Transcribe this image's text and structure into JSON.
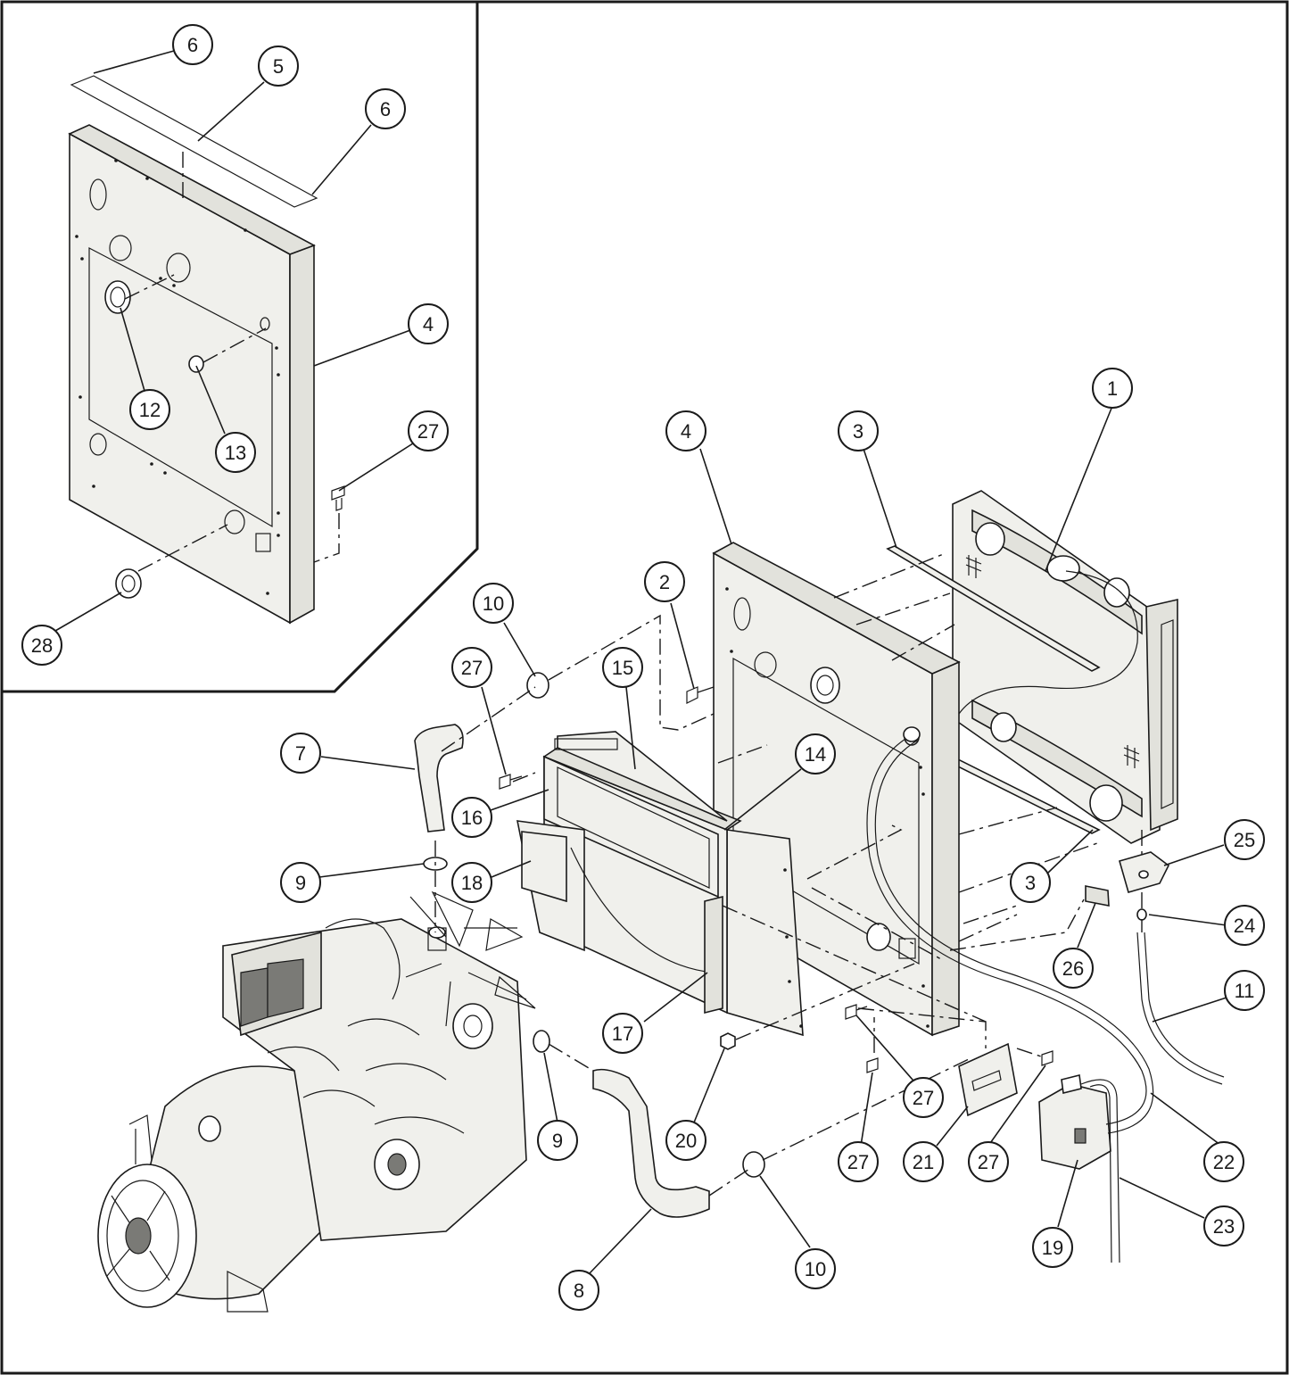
{
  "callouts": [
    {
      "id": "c6a",
      "label": "6"
    },
    {
      "id": "c5",
      "label": "5"
    },
    {
      "id": "c6b",
      "label": "6"
    },
    {
      "id": "c4a",
      "label": "4"
    },
    {
      "id": "c12",
      "label": "12"
    },
    {
      "id": "c13",
      "label": "13"
    },
    {
      "id": "c27a",
      "label": "27"
    },
    {
      "id": "c28",
      "label": "28"
    },
    {
      "id": "c1",
      "label": "1"
    },
    {
      "id": "c3a",
      "label": "3"
    },
    {
      "id": "c4b",
      "label": "4"
    },
    {
      "id": "c2",
      "label": "2"
    },
    {
      "id": "c10a",
      "label": "10"
    },
    {
      "id": "c27b",
      "label": "27"
    },
    {
      "id": "c15",
      "label": "15"
    },
    {
      "id": "c7",
      "label": "7"
    },
    {
      "id": "c14",
      "label": "14"
    },
    {
      "id": "c16",
      "label": "16"
    },
    {
      "id": "c25",
      "label": "25"
    },
    {
      "id": "c9a",
      "label": "9"
    },
    {
      "id": "c18",
      "label": "18"
    },
    {
      "id": "c3b",
      "label": "3"
    },
    {
      "id": "c24",
      "label": "24"
    },
    {
      "id": "c26",
      "label": "26"
    },
    {
      "id": "c11",
      "label": "11"
    },
    {
      "id": "c17",
      "label": "17"
    },
    {
      "id": "c27c",
      "label": "27"
    },
    {
      "id": "c9b",
      "label": "9"
    },
    {
      "id": "c20",
      "label": "20"
    },
    {
      "id": "c27d",
      "label": "27"
    },
    {
      "id": "c21",
      "label": "21"
    },
    {
      "id": "c27e",
      "label": "27"
    },
    {
      "id": "c22",
      "label": "22"
    },
    {
      "id": "c23",
      "label": "23"
    },
    {
      "id": "c19",
      "label": "19"
    },
    {
      "id": "c10b",
      "label": "10"
    },
    {
      "id": "c8",
      "label": "8"
    }
  ],
  "colors": {
    "line": "#1a1a1a",
    "part_fill": "#f0f0ec",
    "background": "#ffffff"
  }
}
